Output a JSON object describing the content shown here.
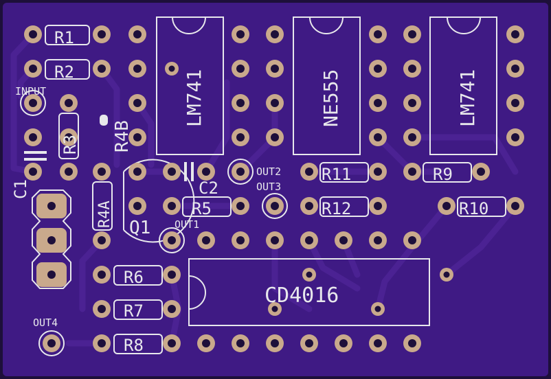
{
  "board": {
    "colors": {
      "background": "#1d0f3a",
      "board_fill": "#3f1a84",
      "trace": "#4b2293",
      "pad": "#c9a98c",
      "hole": "#1d0f3a",
      "silk": "#e8e8ec"
    }
  },
  "labels": {
    "r1": "R1",
    "r2": "R2",
    "r3": "R3",
    "r4b": "R4B",
    "r4a": "R4A",
    "r5": "R5",
    "r6": "R6",
    "r7": "R7",
    "r8": "R8",
    "r9": "R9",
    "r10": "R10",
    "r11": "R11",
    "r12": "R12",
    "c1": "C1",
    "c2": "C2",
    "q1": "Q1",
    "input": "INPUT",
    "out1": "OUT1",
    "out2": "OUT2",
    "out3": "OUT3",
    "out4": "OUT4",
    "ic1": "LM741",
    "ic2": "NE555",
    "ic3": "LM741",
    "ic4": "CD4016"
  }
}
